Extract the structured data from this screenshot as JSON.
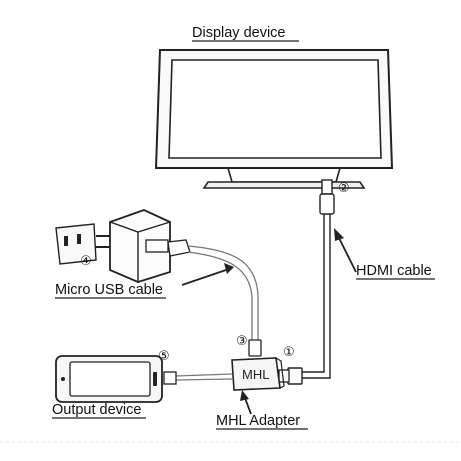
{
  "labels": {
    "display": "Display device",
    "hdmi": "HDMI cable",
    "micro_usb": "Micro USB cable",
    "output": "Output device",
    "adapter": "MHL Adapter",
    "mhl_text": "MHL"
  },
  "markers": {
    "one": "①",
    "two": "②",
    "three": "③",
    "four": "④",
    "five": "⑤"
  },
  "colors": {
    "line": "#222222",
    "cable": "#9a9a9a",
    "panel": "#f4f4f4"
  }
}
